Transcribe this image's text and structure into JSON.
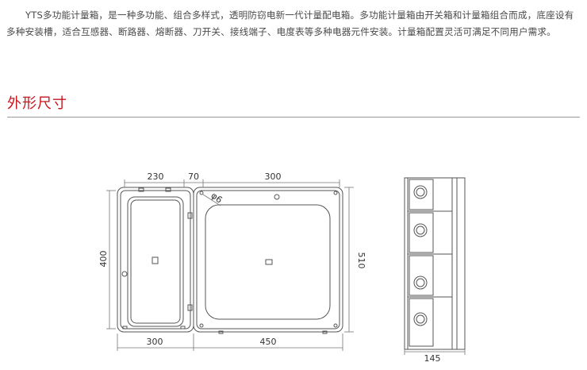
{
  "intro_text": "YTS多功能计量箱，是一种多功能、组合多样式，透明防窃电新一代计量配电箱。多功能计量箱由开关箱和计量箱组合而成，底座设有多种安装槽，适合互感器、断路器、熔断器、刀开关、接线端子、电度表等多种电器元件安装。计量箱配置灵活可满足不同用户需求。",
  "section_title": "外形尺寸",
  "dimensions": {
    "switch_width_top": "230",
    "gap_width_top": "70",
    "meter_width_top": "300",
    "switch_height": "400",
    "overall_height": "510",
    "hole_diameter": "φ6",
    "switch_width_bottom": "300",
    "meter_width_bottom": "450",
    "depth": "145"
  },
  "colors": {
    "title": "#c8161d",
    "line": "#555555"
  }
}
